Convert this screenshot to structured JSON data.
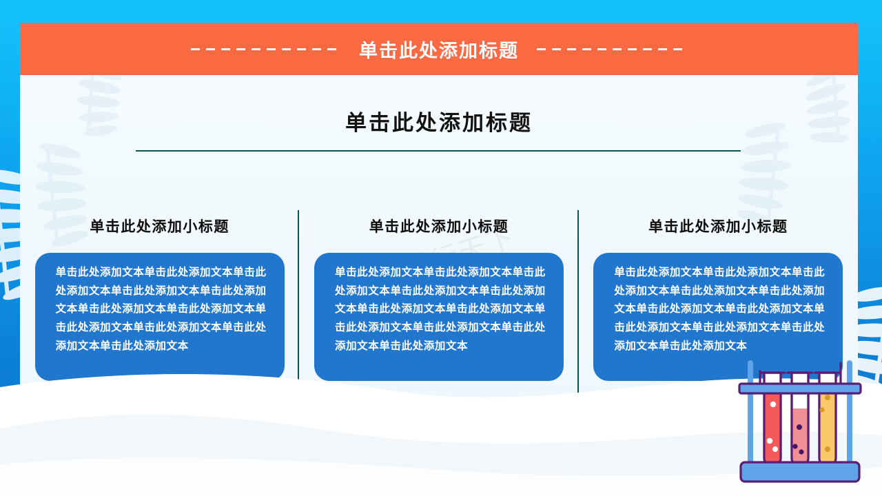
{
  "slide": {
    "header": {
      "title": "单击此处添加标题",
      "left_dash_name": "dashed-rule-left",
      "right_dash_name": "dashed-rule-right"
    },
    "main_title": "单击此处添加标题",
    "columns": [
      {
        "heading": "单击此处添加小标题",
        "body": "单击此处添加文本单击此处添加文本单击此处添加文本单击此处添加文本单击此处添加文本单击此处添加文本单击此处添加文本单击此处添加文本单击此处添加文本单击此处添加文本单击此处添加文本"
      },
      {
        "heading": "单击此处添加小标题",
        "body": "单击此处添加文本单击此处添加文本单击此处添加文本单击此处添加文本单击此处添加文本单击此处添加文本单击此处添加文本单击此处添加文本单击此处添加文本单击此处添加文本单击此处添加文本"
      },
      {
        "heading": "单击此处添加小标题",
        "body": "单击此处添加文本单击此处添加文本单击此处添加文本单击此处添加文本单击此处添加文本单击此处添加文本单击此处添加文本单击此处添加文本单击此处添加文本单击此处添加文本单击此处添加文本"
      }
    ],
    "watermark": "图行天下",
    "colors": {
      "background_top": "#14c2fb",
      "background_bottom": "#0b74cd",
      "header_orange": "#fb6a43",
      "panel_white": "#f3fafd",
      "box_blue": "#2176ce",
      "rule_teal": "#0a5555",
      "tube_outline": "#5b1e74",
      "tube_red": "#f4595c",
      "tube_pink": "#f08f96",
      "tube_yellow": "#f9c96a",
      "rack_blue": "#5fa3e8"
    },
    "illustration": "test-tube-rack"
  }
}
